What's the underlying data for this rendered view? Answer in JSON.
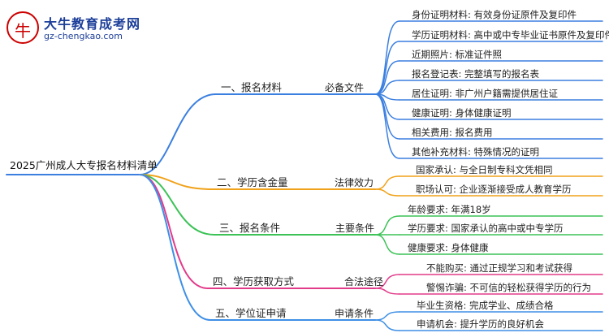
{
  "brand": {
    "name_cn": "大牛教育成考网",
    "url": "gz-chengkao.com"
  },
  "root": "2025广州成人大专报名材料清单",
  "branches": [
    {
      "label": "一、报名材料",
      "sub": "必备文件",
      "color": "#3b7fe0",
      "leaves": [
        "身份证明材料: 有效身份证原件及复印件",
        "学历证明材料: 高中或中专毕业证书原件及复印件",
        "近期照片: 标准证件照",
        "报名登记表: 完整填写的报名表",
        "居住证明: 非广州户籍需提供居住证",
        "健康证明: 身体健康证明",
        "相关费用: 报名费用",
        "其他补充材料: 特殊情况的证明"
      ]
    },
    {
      "label": "二、学历含金量",
      "sub": "法律效力",
      "color": "#f0a21a",
      "leaves": [
        "国家承认: 与全日制专科文凭相同",
        "职场认可: 企业逐渐接受成人教育学历"
      ]
    },
    {
      "label": "三、报名条件",
      "sub": "主要条件",
      "color": "#3cc257",
      "leaves": [
        "年龄要求: 年满18岁",
        "学历要求: 国家承认的高中或中专学历",
        "健康要求: 身体健康"
      ]
    },
    {
      "label": "四、学历获取方式",
      "sub": "合法途径",
      "color": "#e23b8a",
      "leaves": [
        "不能购买: 通过正规学习和考试获得",
        "警惕诈骗: 不可信的轻松获得学历的行为"
      ]
    },
    {
      "label": "五、学位证申请",
      "sub": "申请条件",
      "color": "#3e8fe6",
      "leaves": [
        "毕业生资格: 完成学业、成绩合格",
        "申请机会: 提升学历的良好机会"
      ]
    }
  ]
}
